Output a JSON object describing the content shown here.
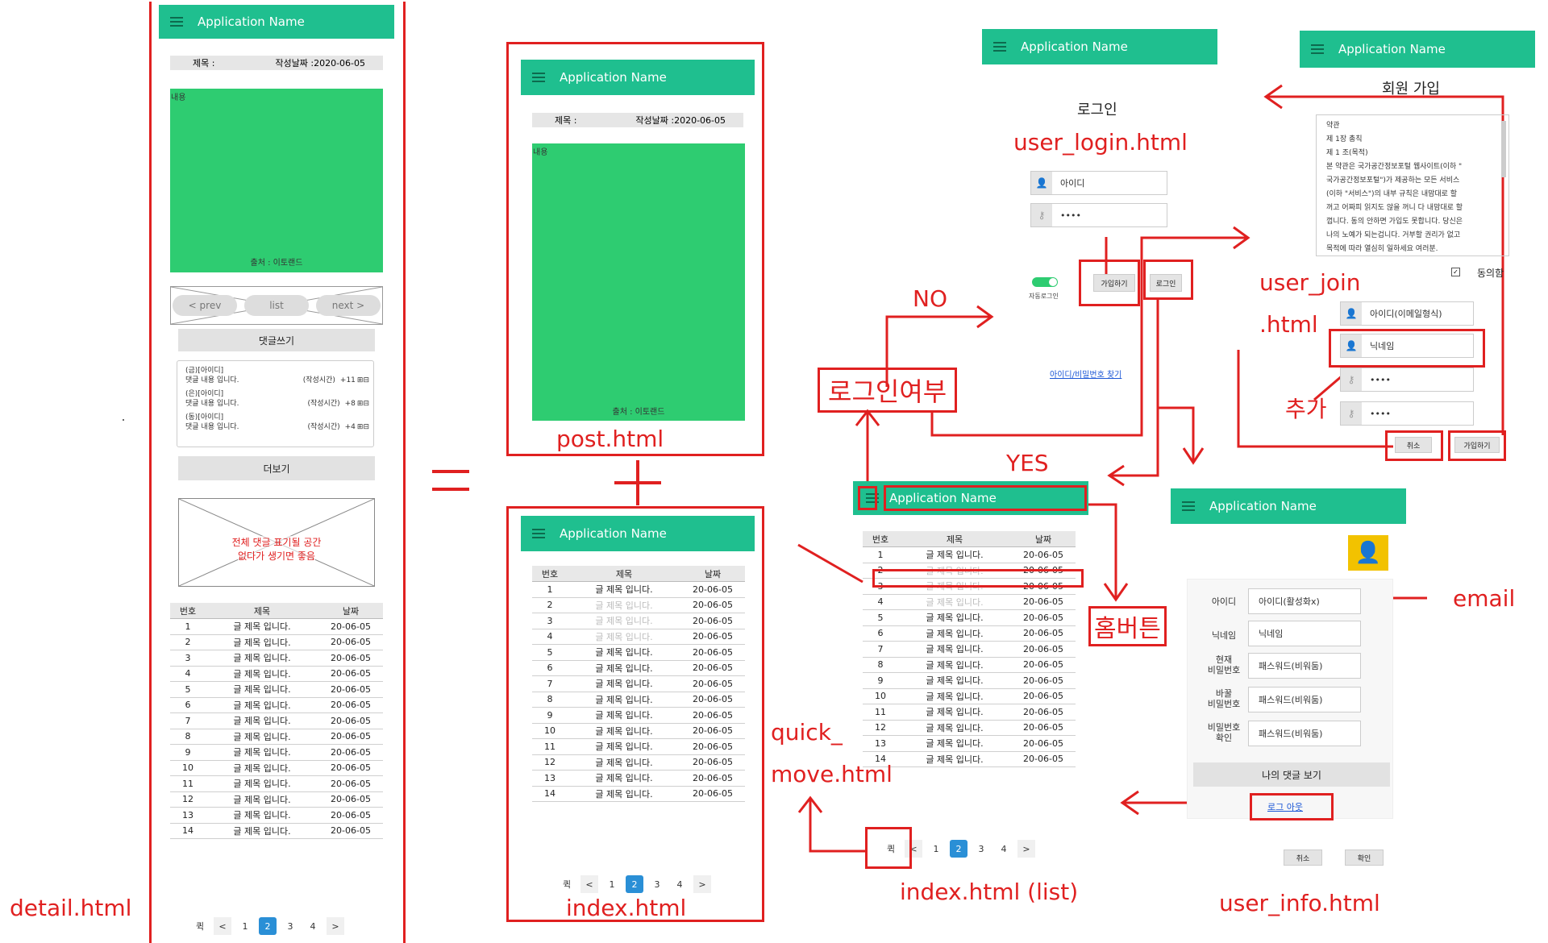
{
  "app_name": "Application Name",
  "title_label": "제목 :",
  "date_label": "작성날짜 :2020-06-05",
  "content_label": "내용",
  "source_label": "출처 : 이토랜드",
  "nav": {
    "prev": "< prev",
    "list": "list",
    "next": "next >"
  },
  "write_comment": "댓글쓰기",
  "comments": [
    {
      "author": "(금)[아이디]",
      "text": "댓글 내용 입니다.",
      "time": "(작성시간)",
      "count": "+11"
    },
    {
      "author": "(은)[아이디]",
      "text": "댓글 내용 입니다.",
      "time": "(작성시간)",
      "count": "+8"
    },
    {
      "author": "(동)[아이디]",
      "text": "댓글 내용 입니다.",
      "time": "(작성시간)",
      "count": "+4"
    }
  ],
  "more": "더보기",
  "all_comments_note": [
    "전체 댓글 표기될 공간",
    "없다가 생기면 좋음"
  ],
  "table": {
    "h_num": "번호",
    "h_title": "제목",
    "h_date": "날짜",
    "rows": [
      {
        "n": "1",
        "t": "글 제목 입니다.",
        "d": "20-06-05"
      },
      {
        "n": "2",
        "t": "글 제목 입니다.",
        "d": "20-06-05"
      },
      {
        "n": "3",
        "t": "글 제목 입니다.",
        "d": "20-06-05"
      },
      {
        "n": "4",
        "t": "글 제목 입니다.",
        "d": "20-06-05"
      },
      {
        "n": "5",
        "t": "글 제목 입니다.",
        "d": "20-06-05"
      },
      {
        "n": "6",
        "t": "글 제목 입니다.",
        "d": "20-06-05"
      },
      {
        "n": "7",
        "t": "글 제목 입니다.",
        "d": "20-06-05"
      },
      {
        "n": "8",
        "t": "글 제목 입니다.",
        "d": "20-06-05"
      },
      {
        "n": "9",
        "t": "글 제목 입니다.",
        "d": "20-06-05"
      },
      {
        "n": "10",
        "t": "글 제목 입니다.",
        "d": "20-06-05"
      },
      {
        "n": "11",
        "t": "글 제목 입니다.",
        "d": "20-06-05"
      },
      {
        "n": "12",
        "t": "글 제목 입니다.",
        "d": "20-06-05"
      },
      {
        "n": "13",
        "t": "글 제목 입니다.",
        "d": "20-06-05"
      },
      {
        "n": "14",
        "t": "글 제목 입니다.",
        "d": "20-06-05"
      }
    ]
  },
  "pager": {
    "quick": "퀵",
    "prev": "<",
    "pages": [
      "1",
      "2",
      "3",
      "4"
    ],
    "next": ">"
  },
  "labels": {
    "detail": "detail.html",
    "post": "post.html",
    "index": "index.html",
    "index_list": "index.html (list)",
    "quick_move_1": "quick_",
    "quick_move_2": "move.html",
    "user_login": "user_login.html",
    "user_join_1": "user_join",
    "user_join_2": ".html",
    "user_info": "user_info.html",
    "equals": "=",
    "plus": "+",
    "no": "NO",
    "yes": "YES",
    "login_check": "로그인여부",
    "home_button": "홈버튼",
    "add": "추가",
    "email": "email"
  },
  "login": {
    "title": "로그인",
    "id_placeholder": "아이디",
    "pw_value": "••••",
    "join": "가입하기",
    "login": "로그인",
    "auto_login": "자동로그인",
    "find": "아이디/비밀번호 찾기"
  },
  "join": {
    "title": "회원 가입",
    "terms": [
      "약관",
      "제 1장 총칙",
      "제 1 조(목적)",
      "본 약관은 국가공간정보포털 웹사이트(이하 \"",
      "국가공간정보포털\")가 제공하는 모든 서비스",
      "(이하 \"서비스\")의 내부 규칙은 내맘대로 할",
      "꺼고 어짜피 읽지도 않을 꺼니 다 내맘대로 할",
      "껍니다. 동의 안하면 가입도 못합니다. 당신은",
      "나의 노예가 되는겁니다. 거부할 권리가 없고",
      "목적에 따라 열심히 일하세요 여러분."
    ],
    "agree": "동의함",
    "id_placeholder": "아이디(이메일형식)",
    "nick_placeholder": "닉네임",
    "pw_value": "••••",
    "pw2_value": "••••",
    "cancel": "취소",
    "submit": "가입하기"
  },
  "info": {
    "id_label": "아이디",
    "id_value": "아이디(활성화x)",
    "nick_label": "닉네임",
    "nick_value": "닉네임",
    "cur_pw_label_1": "현재",
    "cur_pw_label_2": "비밀번호",
    "cur_pw_value": "패스워드(비워둠)",
    "new_pw_label_1": "바꿀",
    "new_pw_label_2": "비밀번호",
    "new_pw_value": "패스워드(비워둠)",
    "confirm_label_1": "비밀번호",
    "confirm_label_2": "확인",
    "confirm_value": "패스워드(비워둠)",
    "my_comments": "나의 댓글 보기",
    "logout": "로그 아웃",
    "cancel": "취소",
    "ok": "확인"
  },
  "colors": {
    "accent": "#1fbf8f",
    "green": "#2ecc71",
    "red": "#e02020",
    "blue": "#2a8fd6",
    "avatar": "#f2c200"
  }
}
